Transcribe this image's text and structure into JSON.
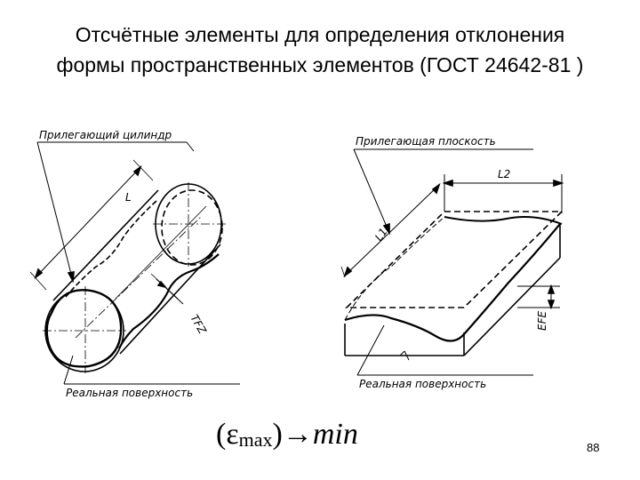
{
  "title": {
    "line1": "Отсчётные элементы для определения отклонения",
    "line2": "формы пространственных элементов  (ГОСТ 24642-81 )"
  },
  "cylinder": {
    "label_adjacent": "Прилегающий цилиндр",
    "label_real": "Реальная поверхность",
    "dim_length": "L",
    "dim_tolerance": "TFZ"
  },
  "plane": {
    "label_adjacent": "Прилегающая плоскость",
    "label_real": "Реальная поверхность",
    "dim_l1": "L1",
    "dim_l2": "L2",
    "dim_tolerance": "EFE"
  },
  "formula": {
    "open": "(",
    "epsilon": "ε",
    "sub": "max",
    "close": ")",
    "arrow": "→",
    "result": "min"
  },
  "page_number": "88"
}
